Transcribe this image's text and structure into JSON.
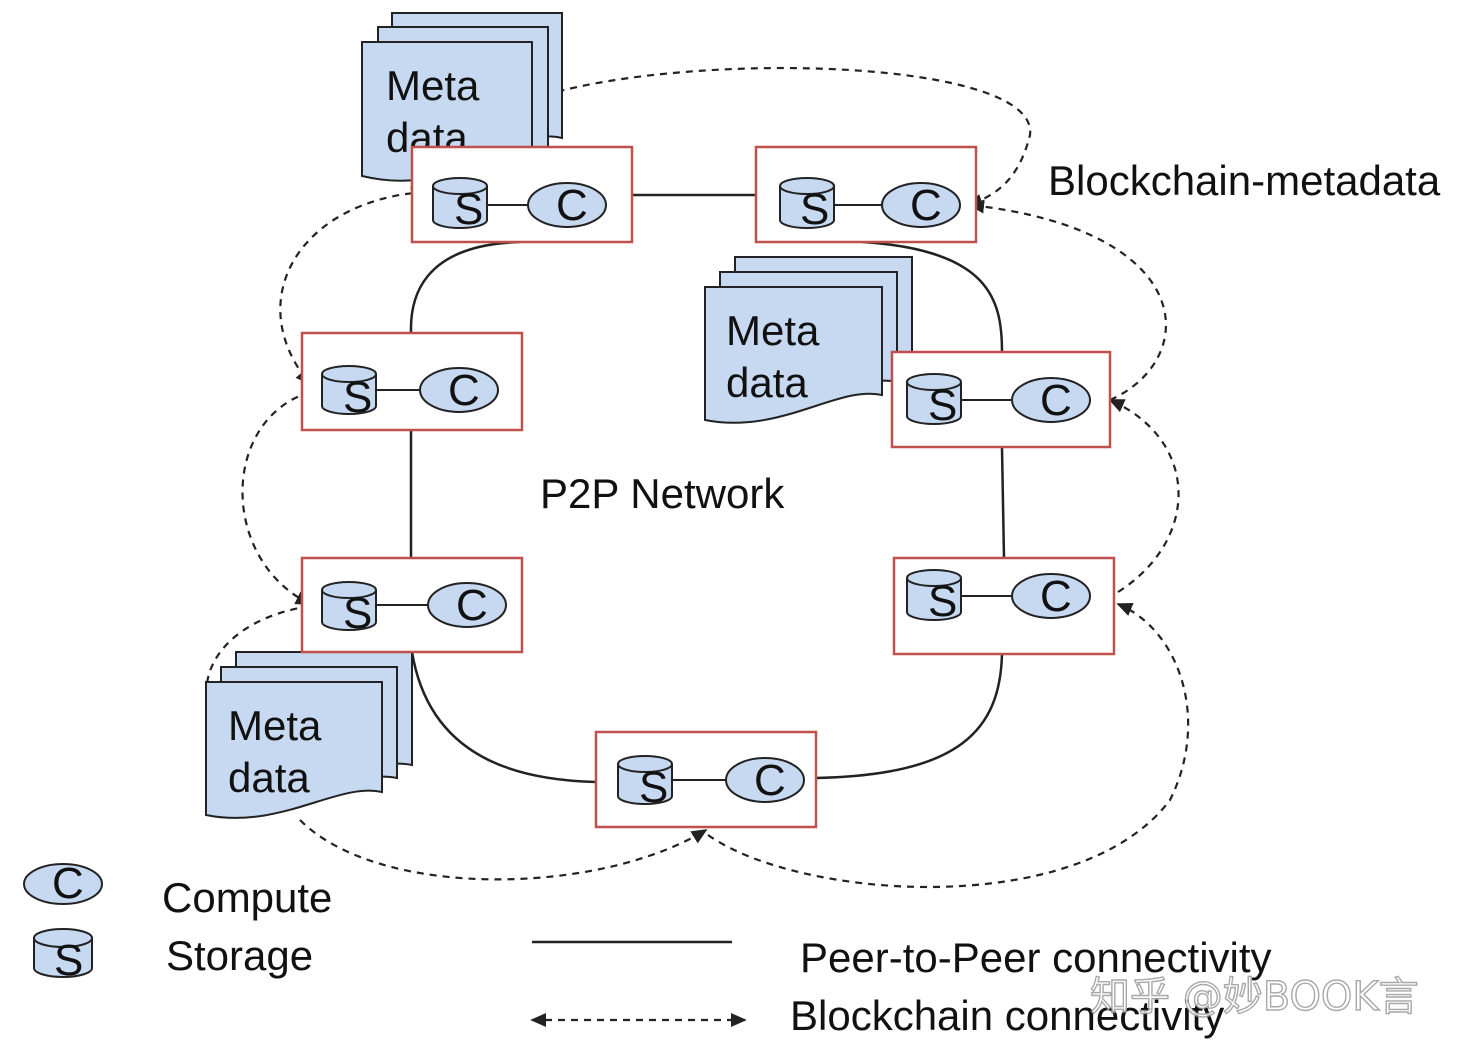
{
  "diagram": {
    "title": "",
    "center_label": "P2P Network",
    "blockchain_label": "Blockchain-metadata",
    "metadata_doc": {
      "line1": "Meta",
      "line2": "data"
    },
    "node": {
      "storage_glyph": "S",
      "compute_glyph": "C"
    },
    "legend": {
      "compute_label": "Compute",
      "storage_label": "Storage",
      "p2p_label": "Peer-to-Peer connectivity",
      "blockchain_label": "Blockchain connectivity"
    },
    "watermark": "知乎 @妙BOOK言",
    "colors": {
      "node_border": "#c0504d",
      "shape_fill": "#c6d9f1",
      "line": "#222222",
      "background": "#ffffff"
    },
    "icons": {
      "compute": "compute-ellipse-icon",
      "storage": "storage-cylinder-icon",
      "metadata": "stacked-document-icon"
    }
  }
}
